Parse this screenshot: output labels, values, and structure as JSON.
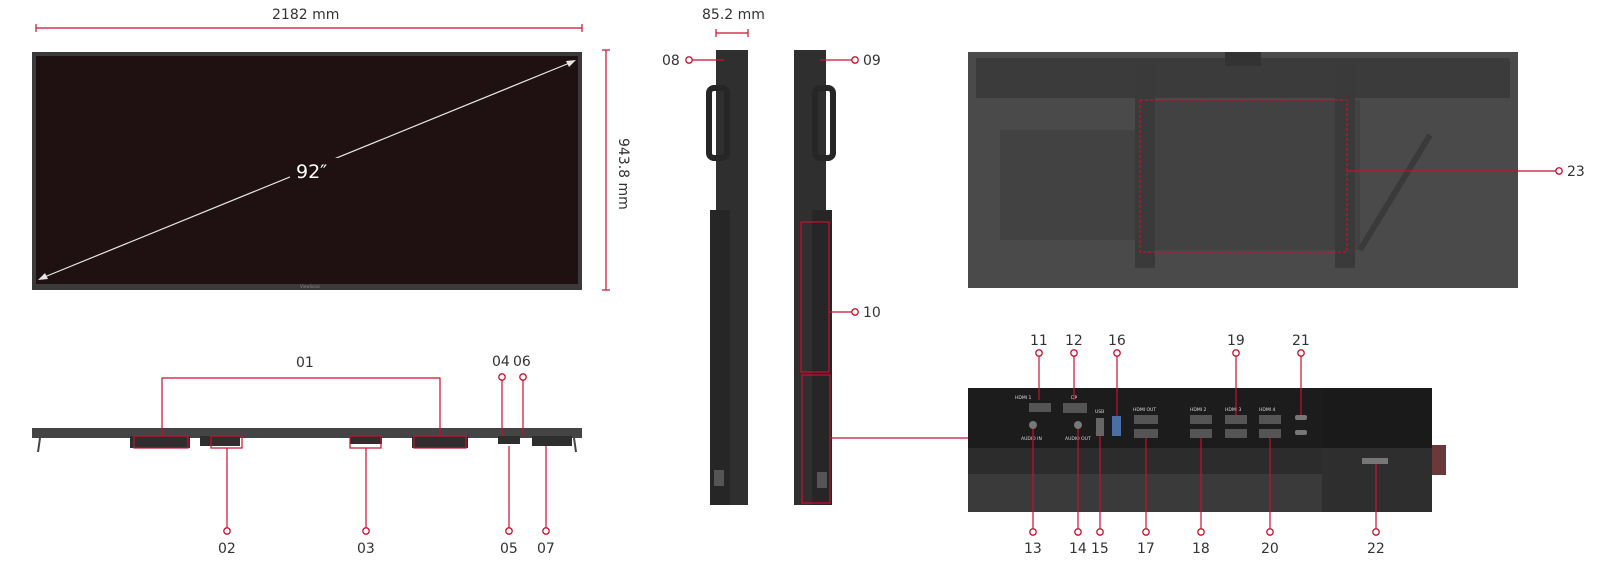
{
  "dimensions": {
    "width": "2182 mm",
    "height": "943.8 mm",
    "depth": "85.2 mm",
    "diagonal": "92″"
  },
  "brand_mark": "ViewSonic",
  "callouts": [
    "01",
    "02",
    "03",
    "04",
    "05",
    "06",
    "07",
    "08",
    "09",
    "10",
    "11",
    "12",
    "13",
    "14",
    "15",
    "16",
    "17",
    "18",
    "19",
    "20",
    "21",
    "22",
    "23"
  ],
  "port_labels": {
    "hdmi1": "HDMI 1",
    "dp": "DP",
    "usb": "USB",
    "hdmi_out": "HDMI OUT",
    "hdmi2": "HDMI 2",
    "hdmi3": "HDMI 3",
    "hdmi4": "HDMI 4",
    "audio_in": "AUDIO IN",
    "audio_out": "AUDIO OUT"
  },
  "colors": {
    "accent": "#c8102e",
    "screen": "#1f1112",
    "bezel": "#3a3a3a",
    "back_panel": "#4a4a4a"
  }
}
